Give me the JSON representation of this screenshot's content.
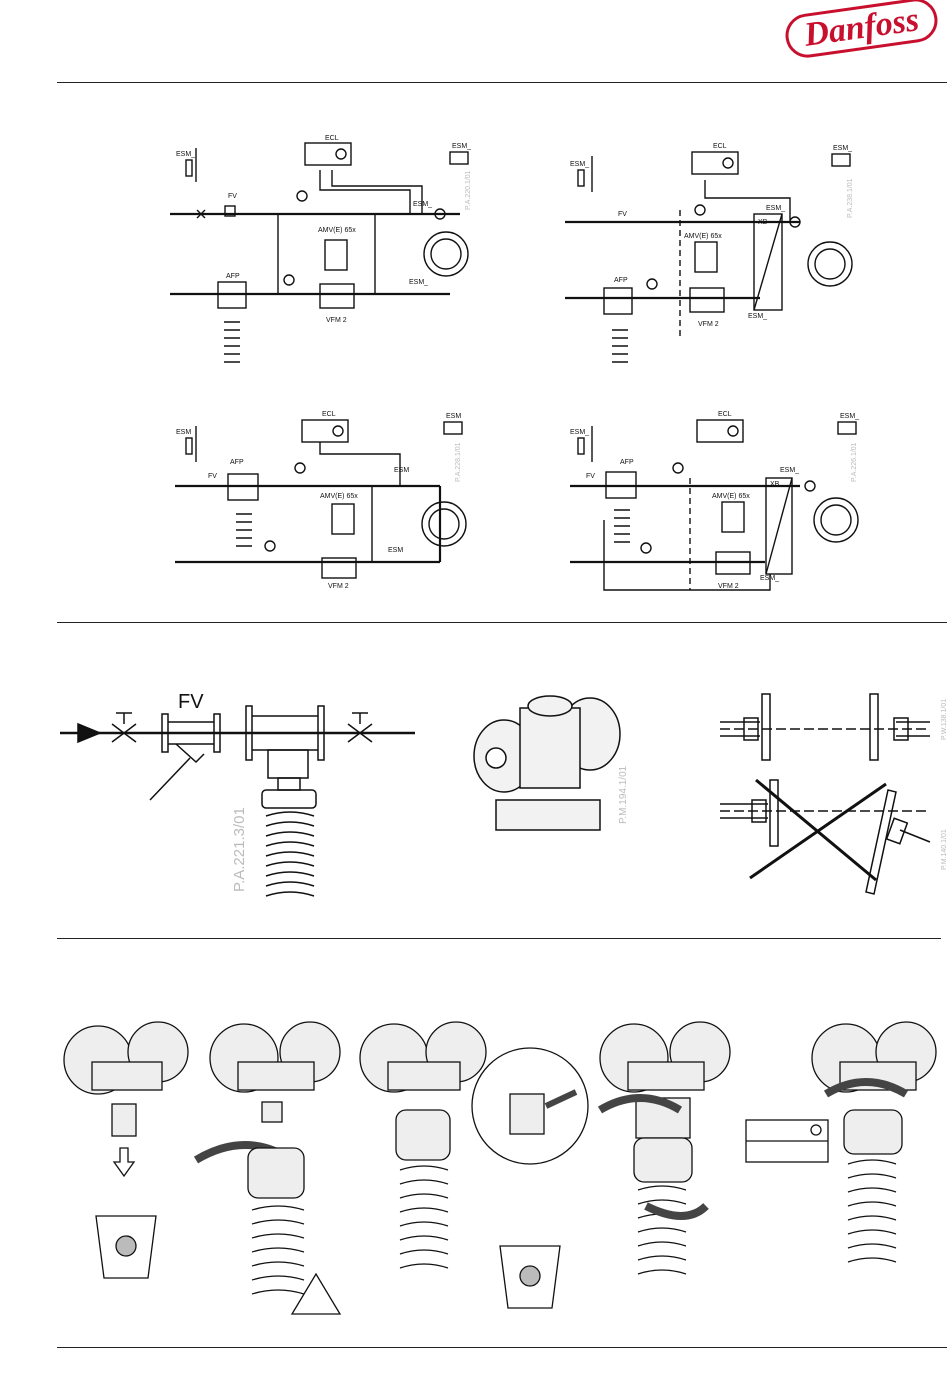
{
  "brand": {
    "logo_text": "Danfoss",
    "color": "#c8102e"
  },
  "diagrams": [
    {
      "ref": "P.A.220.1/01",
      "labels": {
        "ecl": "ECL",
        "esm": "ESM_",
        "fv": "FV",
        "afp": "AFP",
        "amv": "AMV(E) 65x",
        "vfm": "VFM 2"
      }
    },
    {
      "ref": "P.A.238.1/01",
      "labels": {
        "ecl": "ECL",
        "esm": "ESM_",
        "fv": "FV",
        "afp": "AFP",
        "amv": "AMV(E) 65x",
        "vfm": "VFM 2",
        "xb": "XB"
      }
    },
    {
      "ref": "P.A.228.1/01",
      "labels": {
        "ecl": "ECL",
        "esm": "ESM",
        "fv": "FV",
        "afp": "AFP",
        "amv": "AMV(E) 65x",
        "vfm": "VFM 2"
      }
    },
    {
      "ref": "P.A.226.1/01",
      "labels": {
        "ecl": "ECL",
        "esm": "ESM_",
        "fv": "FV",
        "afp": "AFP",
        "amv": "AMV(E) 65x",
        "vfm": "VFM 2",
        "xb": "XB"
      }
    }
  ],
  "install": {
    "fv_label": "FV",
    "ref_valve": "P.A.221.3/01",
    "ref_body": "P.M.194.1/01",
    "ref_align_ok": "P.W.138.1/01",
    "ref_align_bad": "P.M.140.1/01"
  },
  "steps": {
    "count": 5
  },
  "icons": [
    "recycle-icon",
    "hand-warning-icon",
    "rotate-arrow-icon",
    "down-arrow-icon",
    "up-arrow-icon",
    "hex-nut-icon"
  ]
}
